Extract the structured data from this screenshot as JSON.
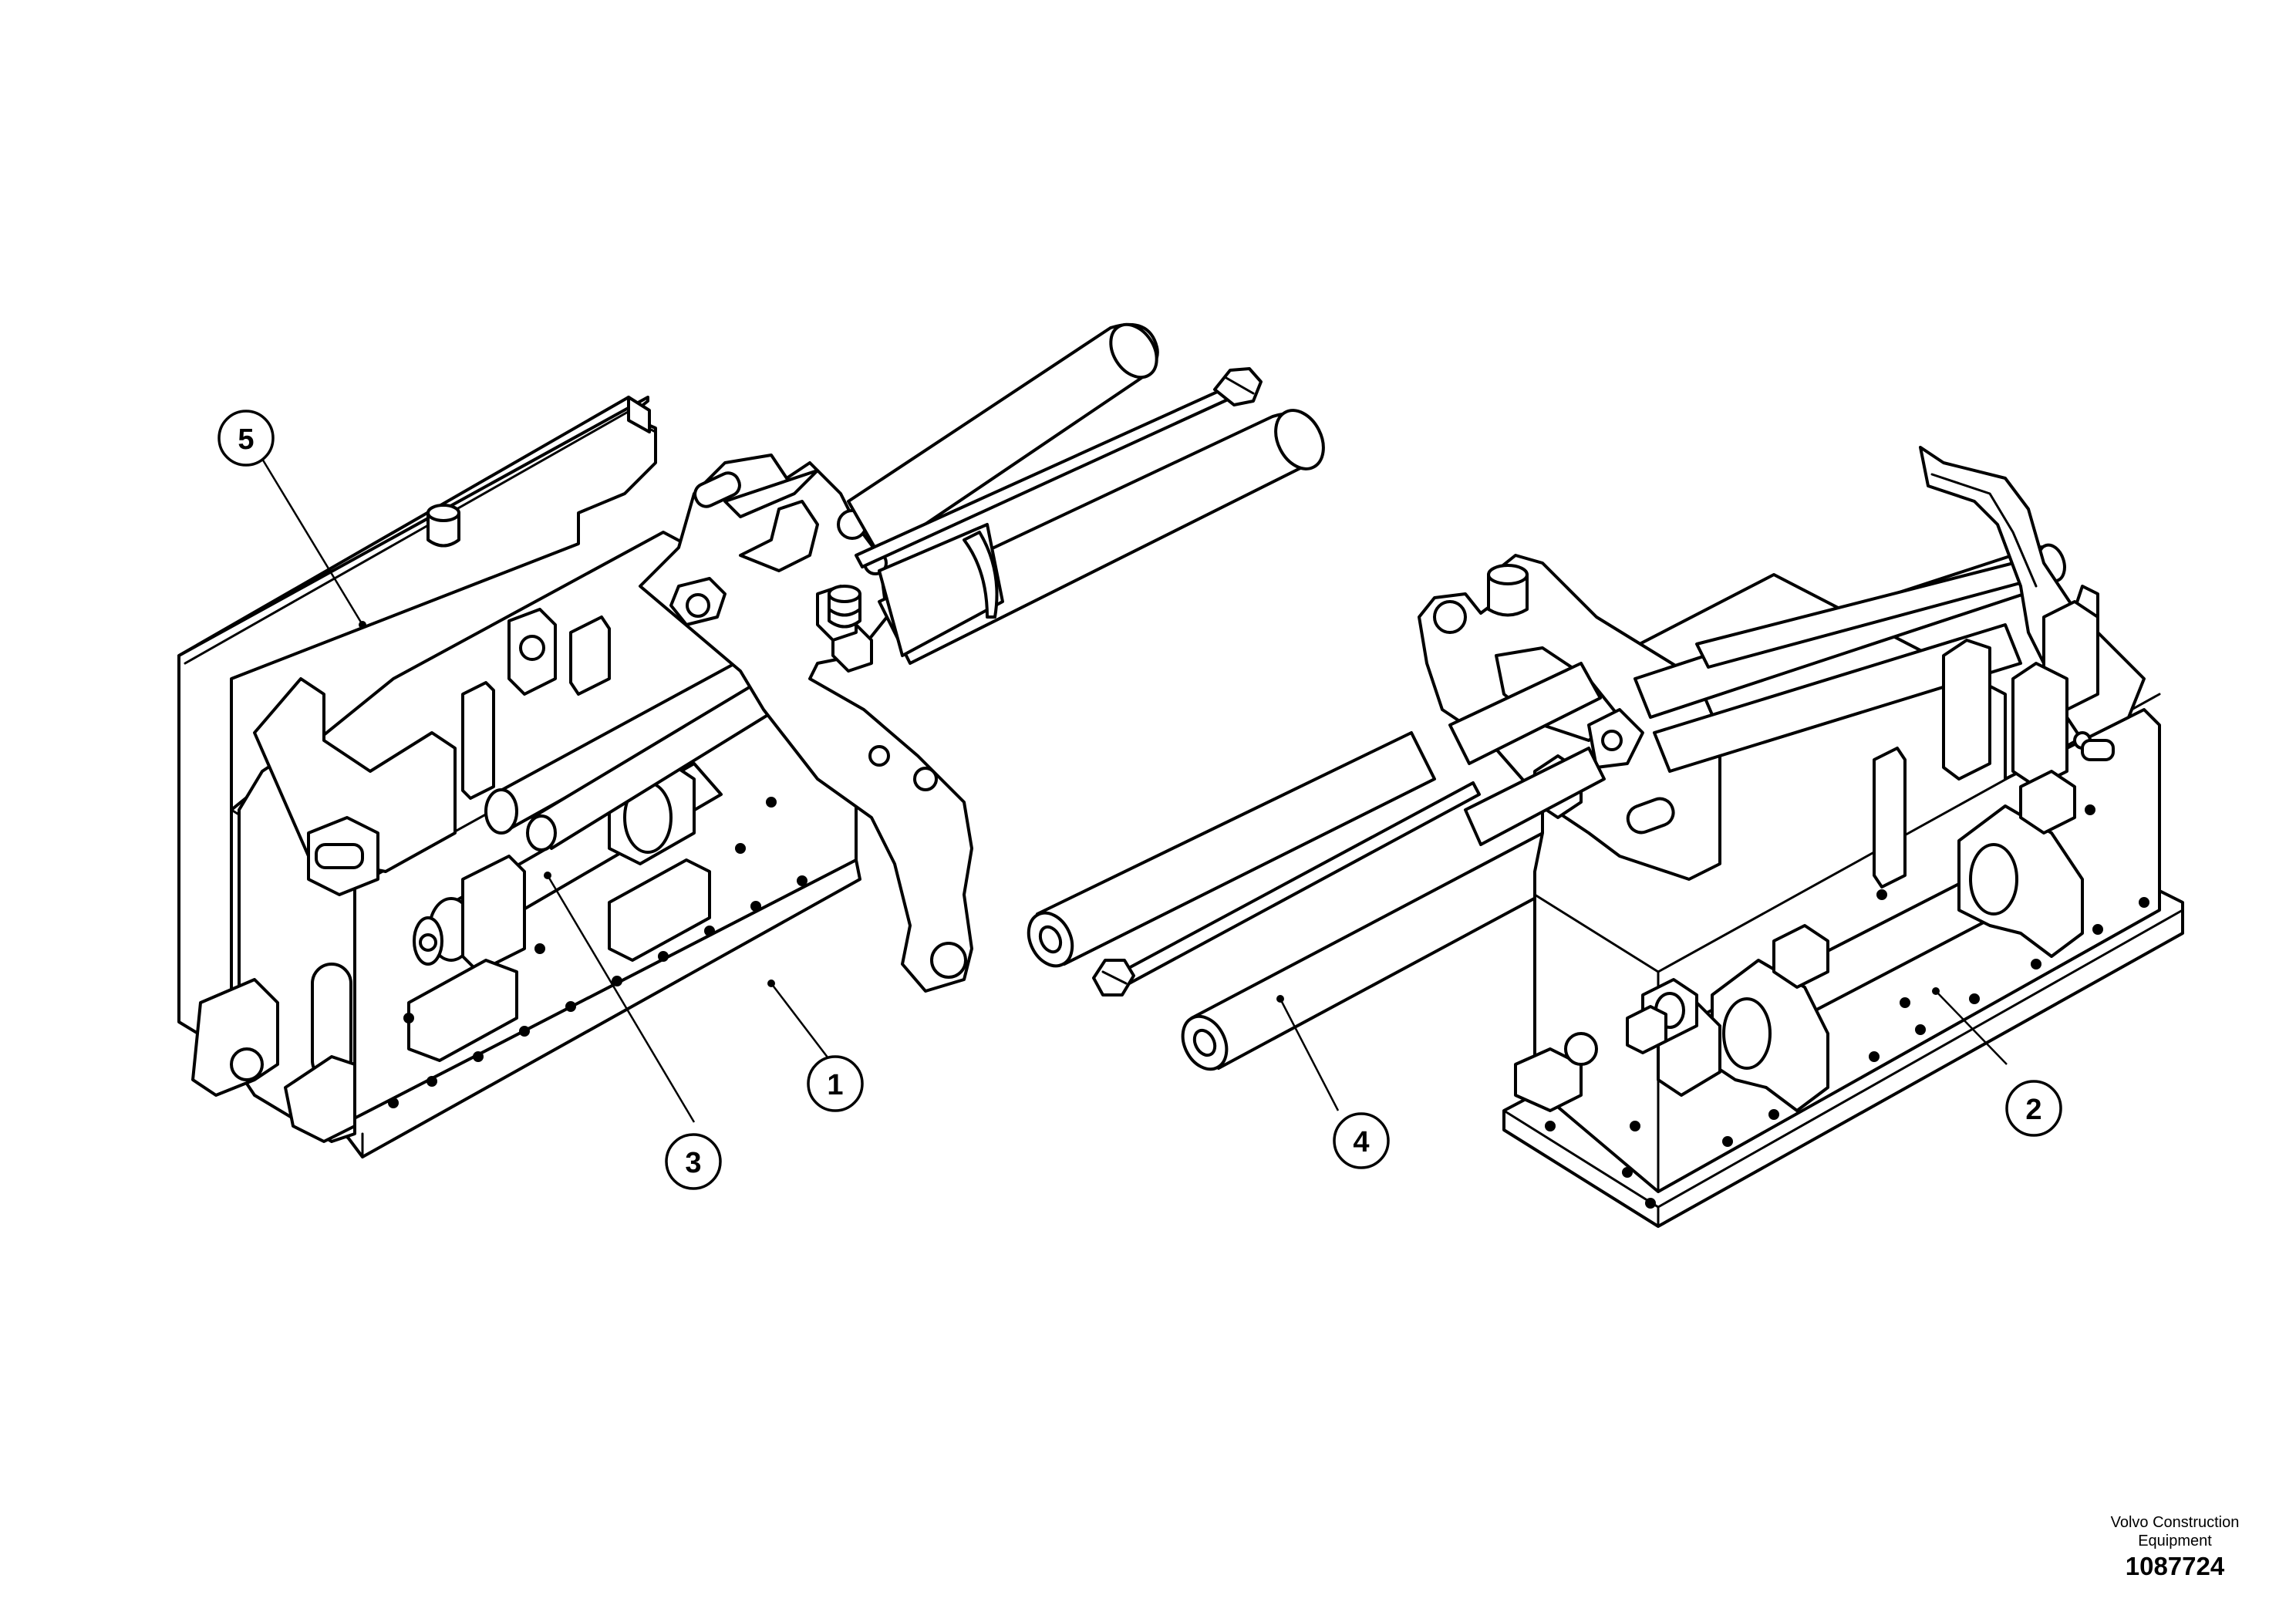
{
  "callouts": [
    {
      "number": "1"
    },
    {
      "number": "2"
    },
    {
      "number": "3"
    },
    {
      "number": "4"
    },
    {
      "number": "5"
    }
  ],
  "footer": {
    "brand_line1": "Volvo Construction",
    "brand_line2": "Equipment",
    "document_number": "1087724"
  }
}
